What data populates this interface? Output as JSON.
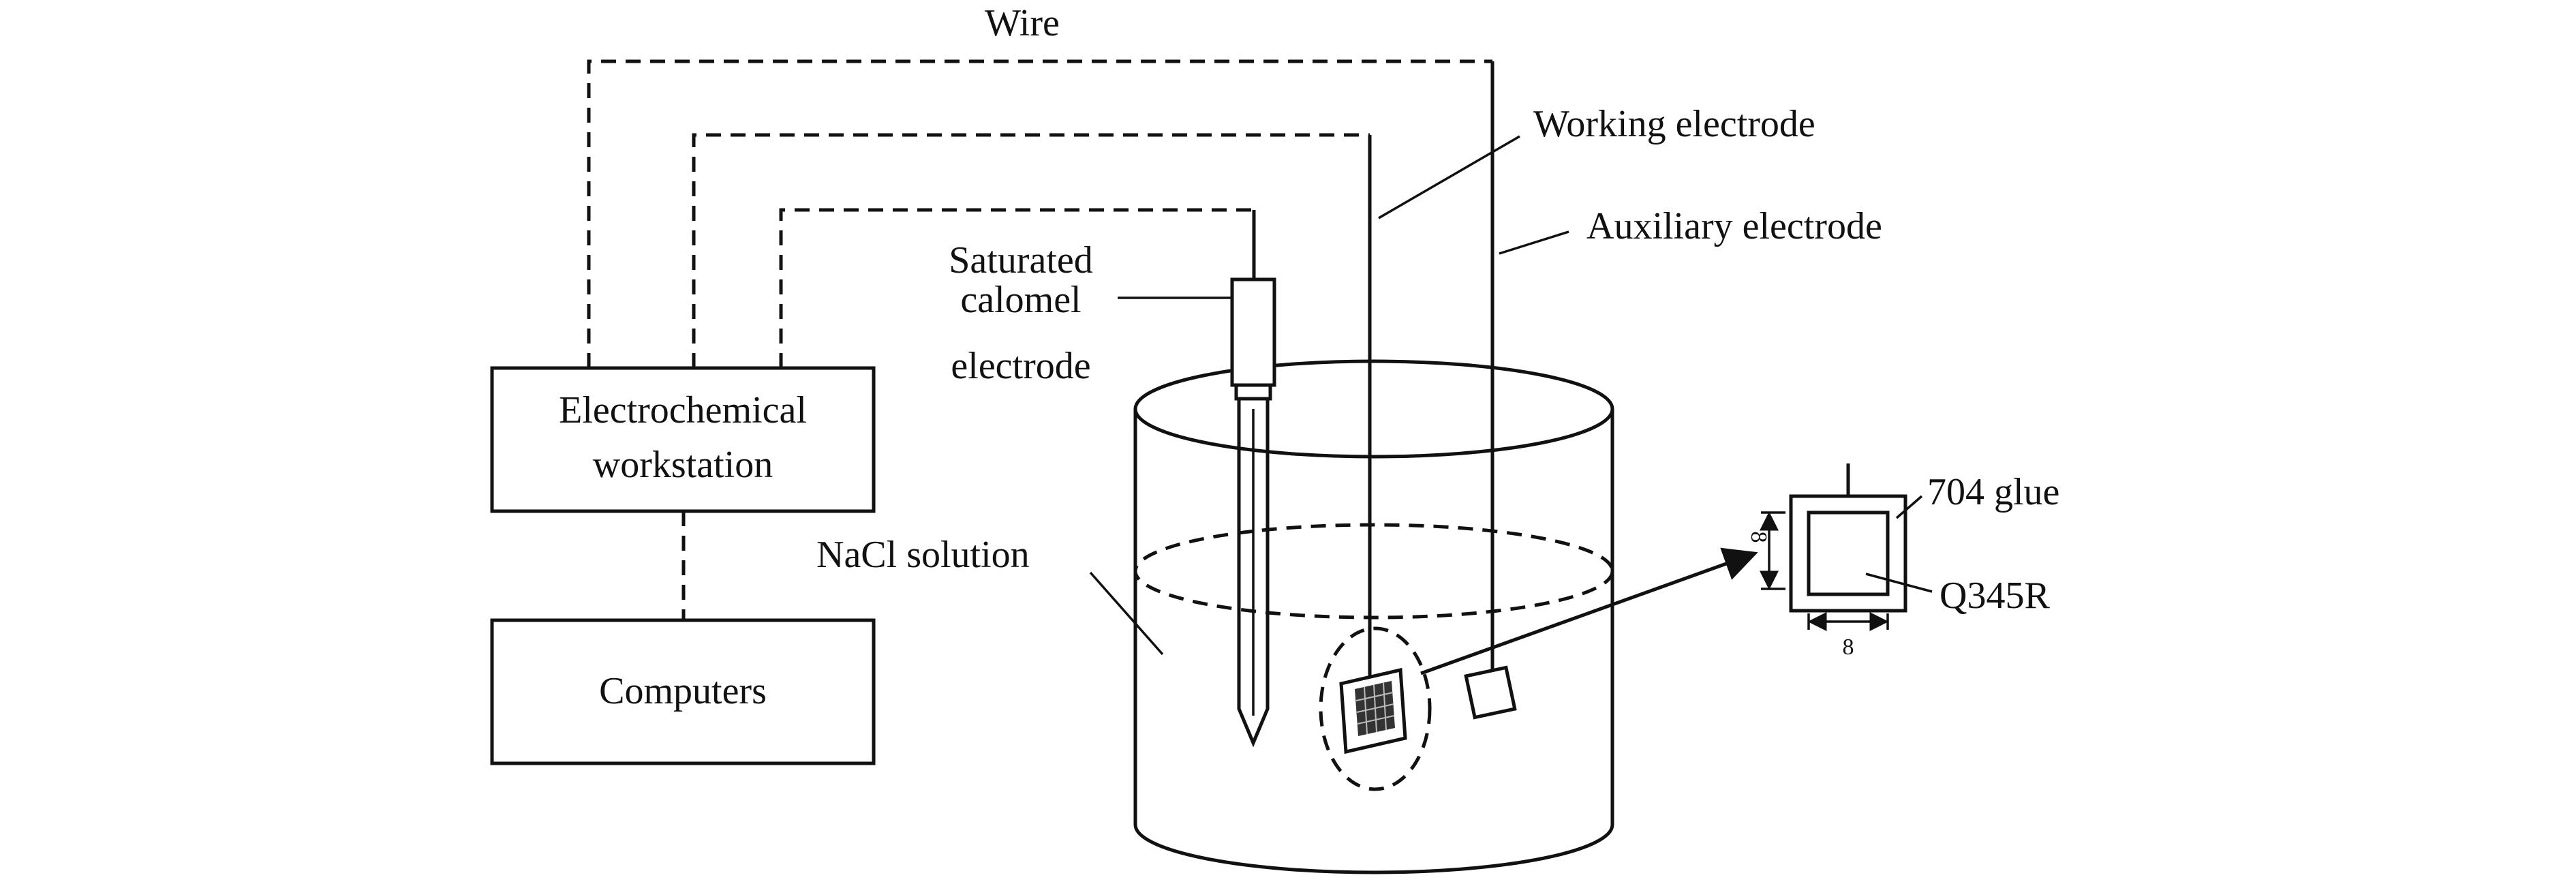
{
  "labels": {
    "wire": "Wire",
    "working_electrode": "Working electrode",
    "auxiliary_electrode": "Auxiliary electrode",
    "saturated": "Saturated",
    "calomel": "calomel",
    "electrode": "electrode",
    "electrochemical": "Electrochemical",
    "workstation": "workstation",
    "computers": "Computers",
    "nacl_solution": "NaCl solution",
    "glue": "704 glue",
    "steel": "Q345R",
    "height_dim": "8",
    "width_dim": "8"
  }
}
